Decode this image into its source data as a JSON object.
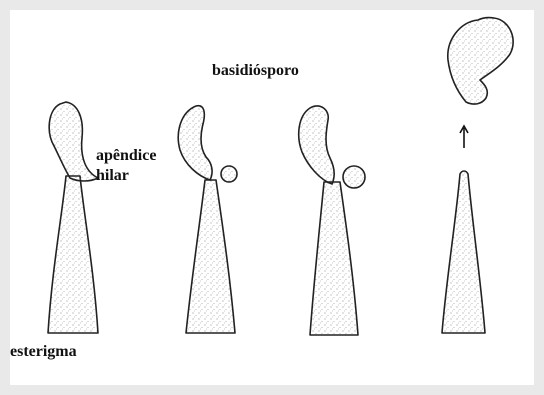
{
  "labels": {
    "basidiosporo": "basidiósporo",
    "apendice_line1": "apêndice",
    "apendice_line2": "hilar",
    "esterigma": "esterigma"
  },
  "colors": {
    "background": "#e9e9e9",
    "panel": "#ffffff",
    "ink": "#111111"
  }
}
